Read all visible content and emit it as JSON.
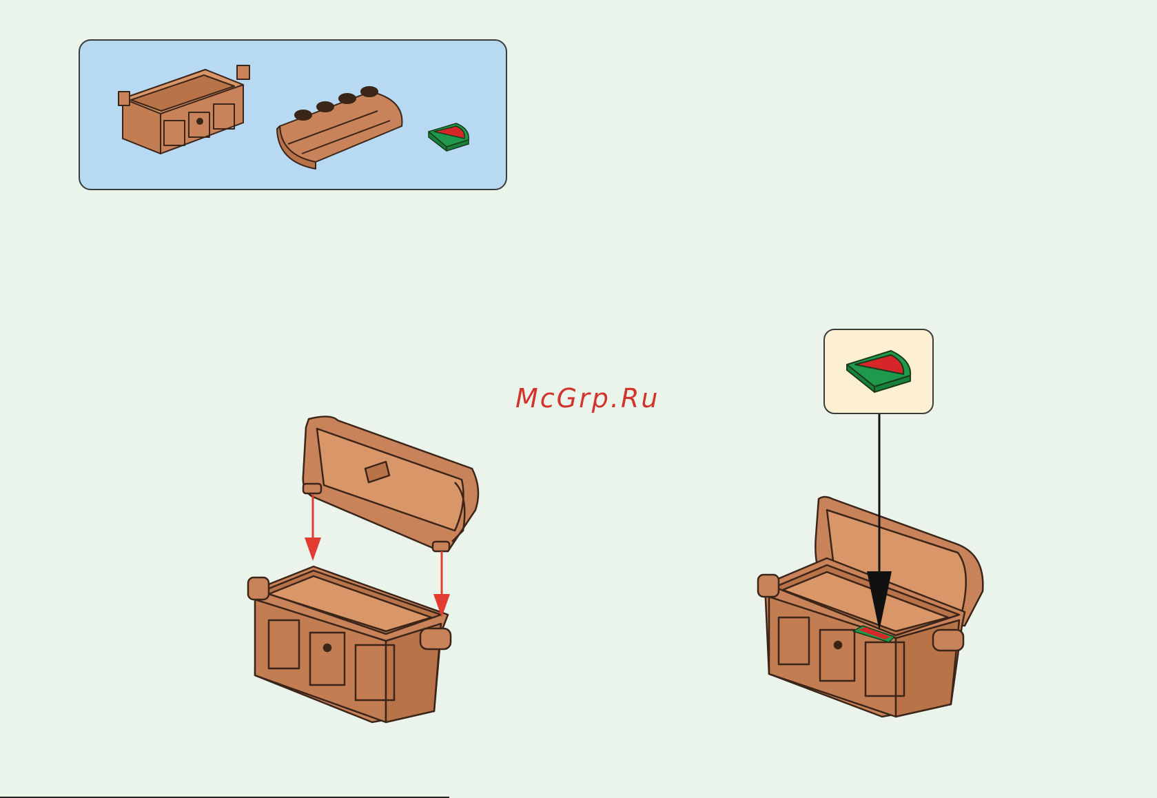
{
  "watermark": {
    "text": "McGrp.Ru"
  },
  "colors": {
    "page_background": "#eaf4ea",
    "parts_panel_background": "#b7d9f1",
    "callout_background": "#fdf0d2",
    "brick_brown": "#c9835a",
    "brick_outline": "#3b2418",
    "watermelon_green": "#1f9a4c",
    "watermelon_red": "#d6262a",
    "arrow_red": "#e23b32",
    "arrow_black": "#111111"
  },
  "parts_list": [
    {
      "name": "chest-bottom-part",
      "icon": "chest-bottom-icon"
    },
    {
      "name": "chest-lid-part",
      "icon": "chest-lid-icon"
    },
    {
      "name": "watermelon-tile-part",
      "icon": "watermelon-tile-icon"
    }
  ],
  "steps": [
    {
      "name": "attach-lid-step",
      "icon": "open-chest-assembly-icon",
      "arrows": "down-red-arrows"
    },
    {
      "name": "insert-watermelon-step",
      "icon": "chest-with-watermelon-icon",
      "arrows": "down-black-arrow"
    }
  ]
}
